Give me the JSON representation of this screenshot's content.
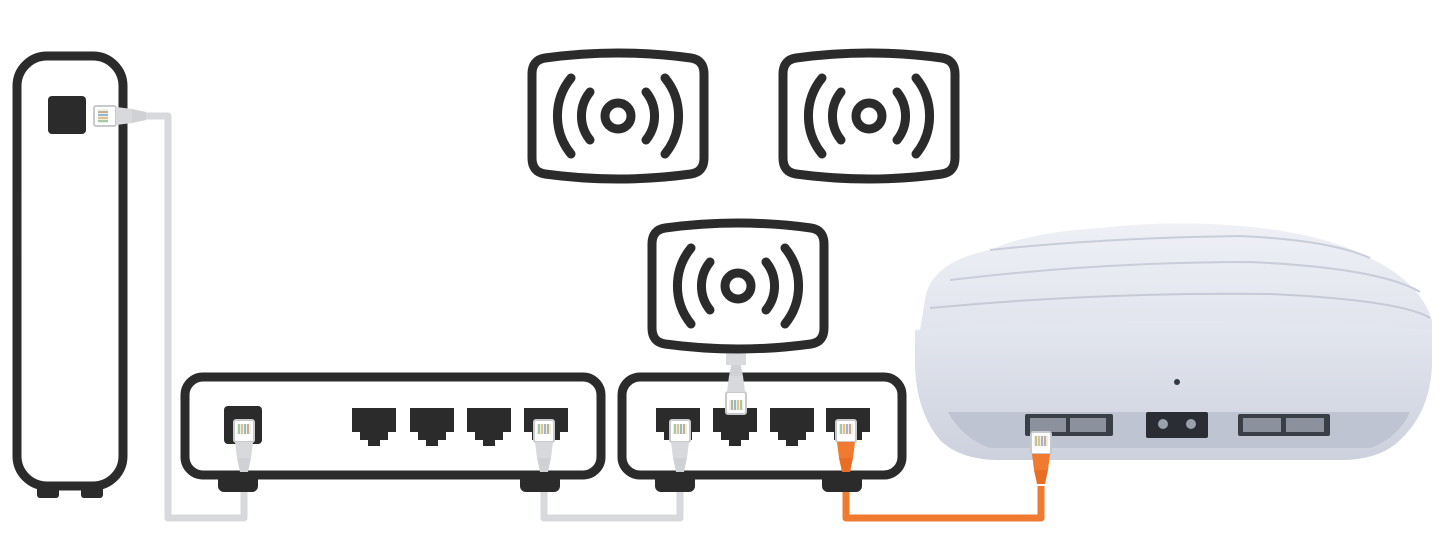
{
  "diagram": {
    "devices": [
      {
        "id": "modem",
        "kind": "modem-tower"
      },
      {
        "id": "router",
        "kind": "switch-router",
        "lan_ports": 4,
        "wan_ports": 1
      },
      {
        "id": "switch",
        "kind": "network-switch",
        "ports": 4
      },
      {
        "id": "access-point-1",
        "kind": "wireless-access-point-icon"
      },
      {
        "id": "access-point-2",
        "kind": "wireless-access-point-icon"
      },
      {
        "id": "access-point-3",
        "kind": "wireless-access-point-icon"
      },
      {
        "id": "mesh-node",
        "kind": "dome-router-photo"
      }
    ],
    "cables": [
      {
        "from": "modem",
        "to": "router",
        "color": "#d7d9dc"
      },
      {
        "from": "router",
        "to": "switch",
        "color": "#d7d9dc"
      },
      {
        "from": "switch",
        "to": "access-point-3",
        "color": "#d7d9dc"
      },
      {
        "from": "switch",
        "to": "mesh-node",
        "color": "#f07a30"
      }
    ],
    "colors": {
      "outline": "#2b2b2b",
      "cable_gray": "#d7d9dc",
      "cable_orange": "#f07a30",
      "dome": "#dfe2ec"
    }
  }
}
